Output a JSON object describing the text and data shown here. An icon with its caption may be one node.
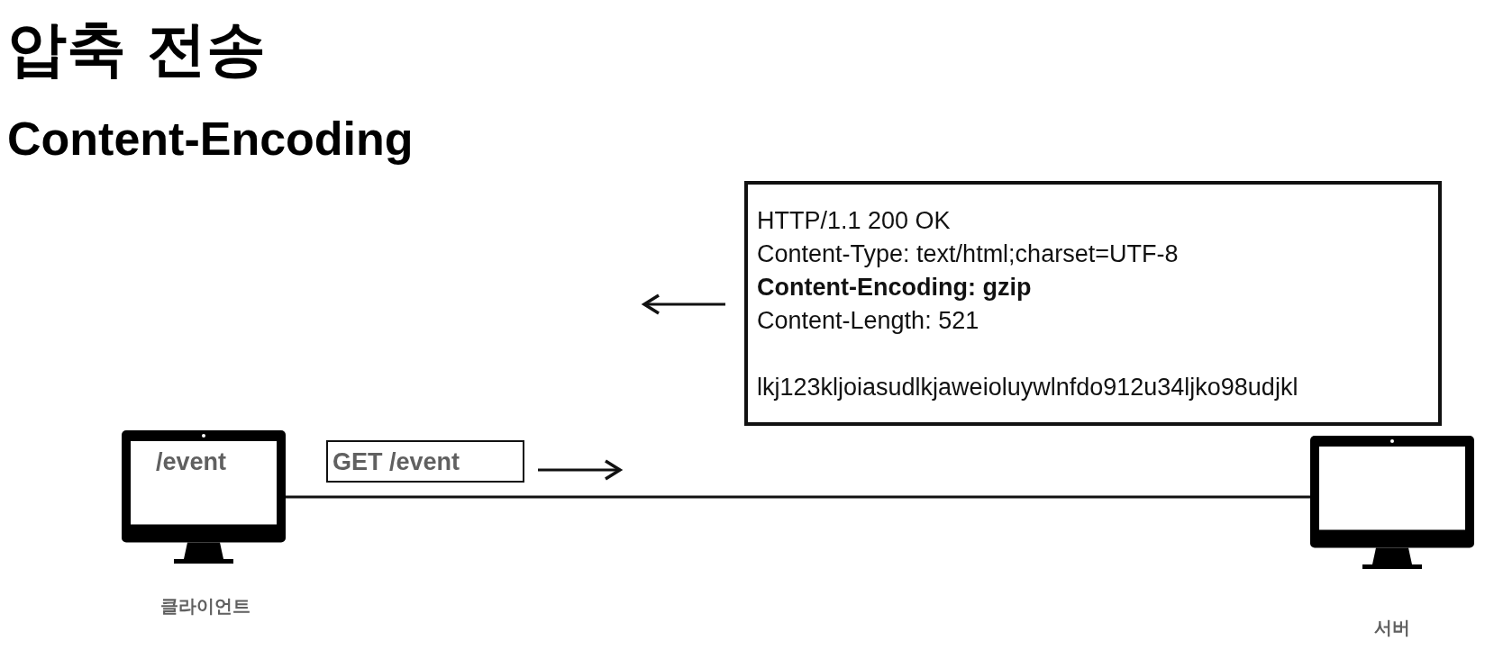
{
  "diagram": {
    "title": "압축 전송",
    "labels": [
      "Content-Encoding"
    ],
    "nodes": [
      {
        "text": [
          "/event"
        ],
        "beside": [
          "클라이언트"
        ]
      },
      {
        "text": [
          "GET /event"
        ]
      },
      {
        "text": [
          "HTTP/1.1 200 OK",
          "Content-Type: text/html;charset=UTF-8",
          "**Content-Encoding: gzip**",
          "Content-Length: 521",
          "lkj123kljoiasudlkjaweioluywlnfdo912u34ljko98udjkl"
        ]
      },
      {
        "text": [],
        "shape": "monitor",
        "beside": [
          "서버"
        ]
      }
    ],
    "edges": [
      {
        "from": 0,
        "to": 3,
        "arrow": "none"
      }
    ]
  }
}
